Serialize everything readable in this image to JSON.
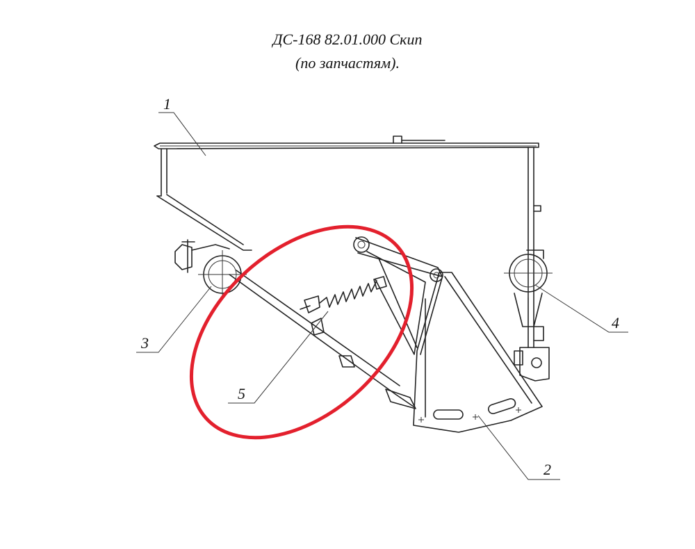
{
  "title": {
    "line1": "ДС-168 82.01.000 Скип",
    "line2": "(по запчастям)."
  },
  "callouts": [
    {
      "id": "1",
      "label": "1"
    },
    {
      "id": "2",
      "label": "2"
    },
    {
      "id": "3",
      "label": "3"
    },
    {
      "id": "4",
      "label": "4"
    },
    {
      "id": "5",
      "label": "5"
    }
  ],
  "colors": {
    "drawing": "#222222",
    "highlight": "#e3202d",
    "background": "#ffffff"
  }
}
